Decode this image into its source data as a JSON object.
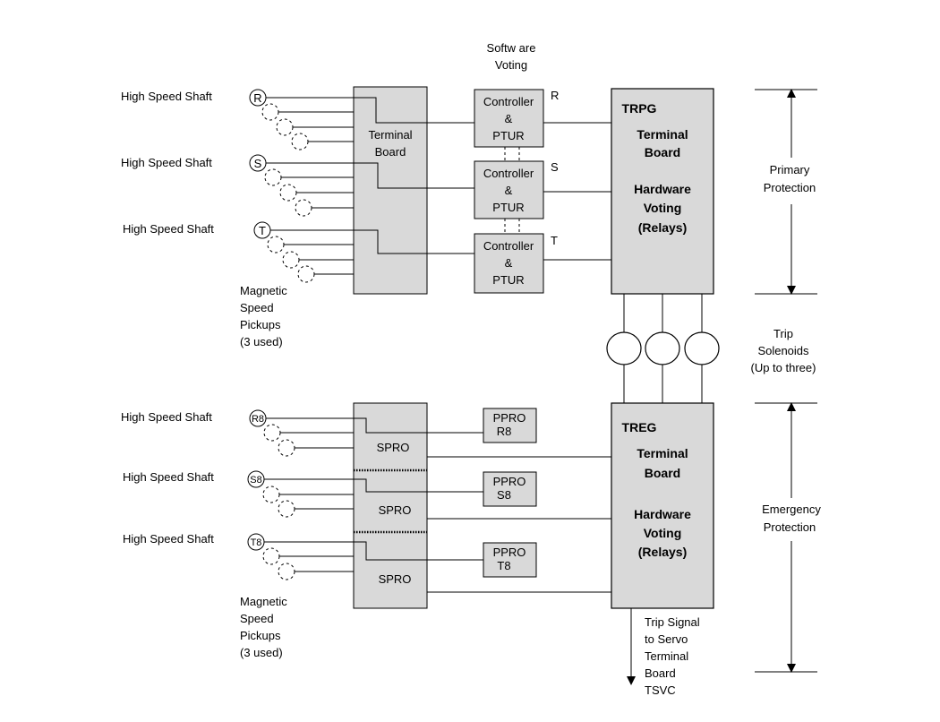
{
  "software_voting": [
    "Softw are",
    "Voting"
  ],
  "shaft_label": "High Speed Shaft",
  "pickups": {
    "primary": [
      "R",
      "S",
      "T"
    ],
    "emergency": [
      "R8",
      "S8",
      "T8"
    ]
  },
  "magnetic_pickups": [
    "Magnetic",
    "Speed",
    "Pickups",
    "(3 used)"
  ],
  "terminal_board_small": [
    "Terminal",
    "Board"
  ],
  "controller": [
    "Controller",
    "&",
    "PTUR"
  ],
  "channel_letters": [
    "R",
    "S",
    "T"
  ],
  "trpg": {
    "title": "TRPG",
    "line2": "Terminal",
    "line3": "Board",
    "line4": "Hardware",
    "line5": "Voting",
    "line6": "(Relays)"
  },
  "treg": {
    "title": "TREG",
    "line2": "Terminal",
    "line3": "Board",
    "line4": "Hardware",
    "line5": "Voting",
    "line6": "(Relays)"
  },
  "primary_protection": [
    "Primary",
    "Protection"
  ],
  "trip_solenoids": [
    "Trip",
    "Solenoids",
    "(Up to three)"
  ],
  "emergency_protection": [
    "Emergency",
    "Protection"
  ],
  "spro": "SPRO",
  "ppro": [
    [
      "PPRO",
      "R8"
    ],
    [
      "PPRO",
      "S8"
    ],
    [
      "PPRO",
      "T8"
    ]
  ],
  "trip_signal": [
    "Trip Signal",
    "to Servo",
    "Terminal",
    "Board",
    "TSVC"
  ]
}
